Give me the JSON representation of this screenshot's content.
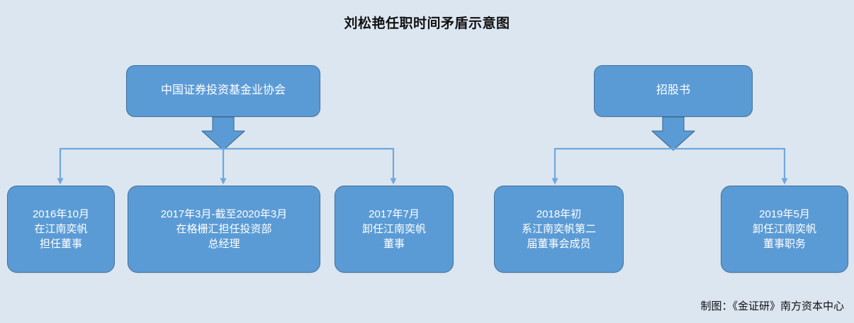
{
  "page": {
    "background_color": "#dce6f1",
    "title": "刘松艳任职时间矛盾示意图",
    "credit": "制图：《金证研》南方资本中心"
  },
  "theme": {
    "node_fill": "#5b9bd5",
    "node_border": "#41719c",
    "node_text": "#ffffff",
    "connector_color": "#5b9bd5",
    "block_arrow_fill": "#5b9bd5",
    "block_arrow_border": "#41719c",
    "title_color": "#111111"
  },
  "diagram": {
    "type": "flow-tree",
    "groups": [
      {
        "id": "group-left",
        "source": {
          "id": "node-source-amac",
          "label": "中国证券投资基金业协会"
        },
        "children": [
          {
            "id": "node-2016-10",
            "label": "2016年10月\n在江南奕帆\n担任董事"
          },
          {
            "id": "node-2017-03",
            "label": "2017年3月-截至2020年3月\n在格栅汇担任投资部\n总经理"
          },
          {
            "id": "node-2017-07",
            "label": "2017年7月\n卸任江南奕帆\n董事"
          }
        ]
      },
      {
        "id": "group-right",
        "source": {
          "id": "node-source-prospectus",
          "label": "招股书"
        },
        "children": [
          {
            "id": "node-2018-early",
            "label": "2018年初\n系江南奕帆第二\n届董事会成员"
          },
          {
            "id": "node-2019-05",
            "label": "2019年5月\n卸任江南奕帆\n董事职务"
          }
        ]
      }
    ]
  }
}
